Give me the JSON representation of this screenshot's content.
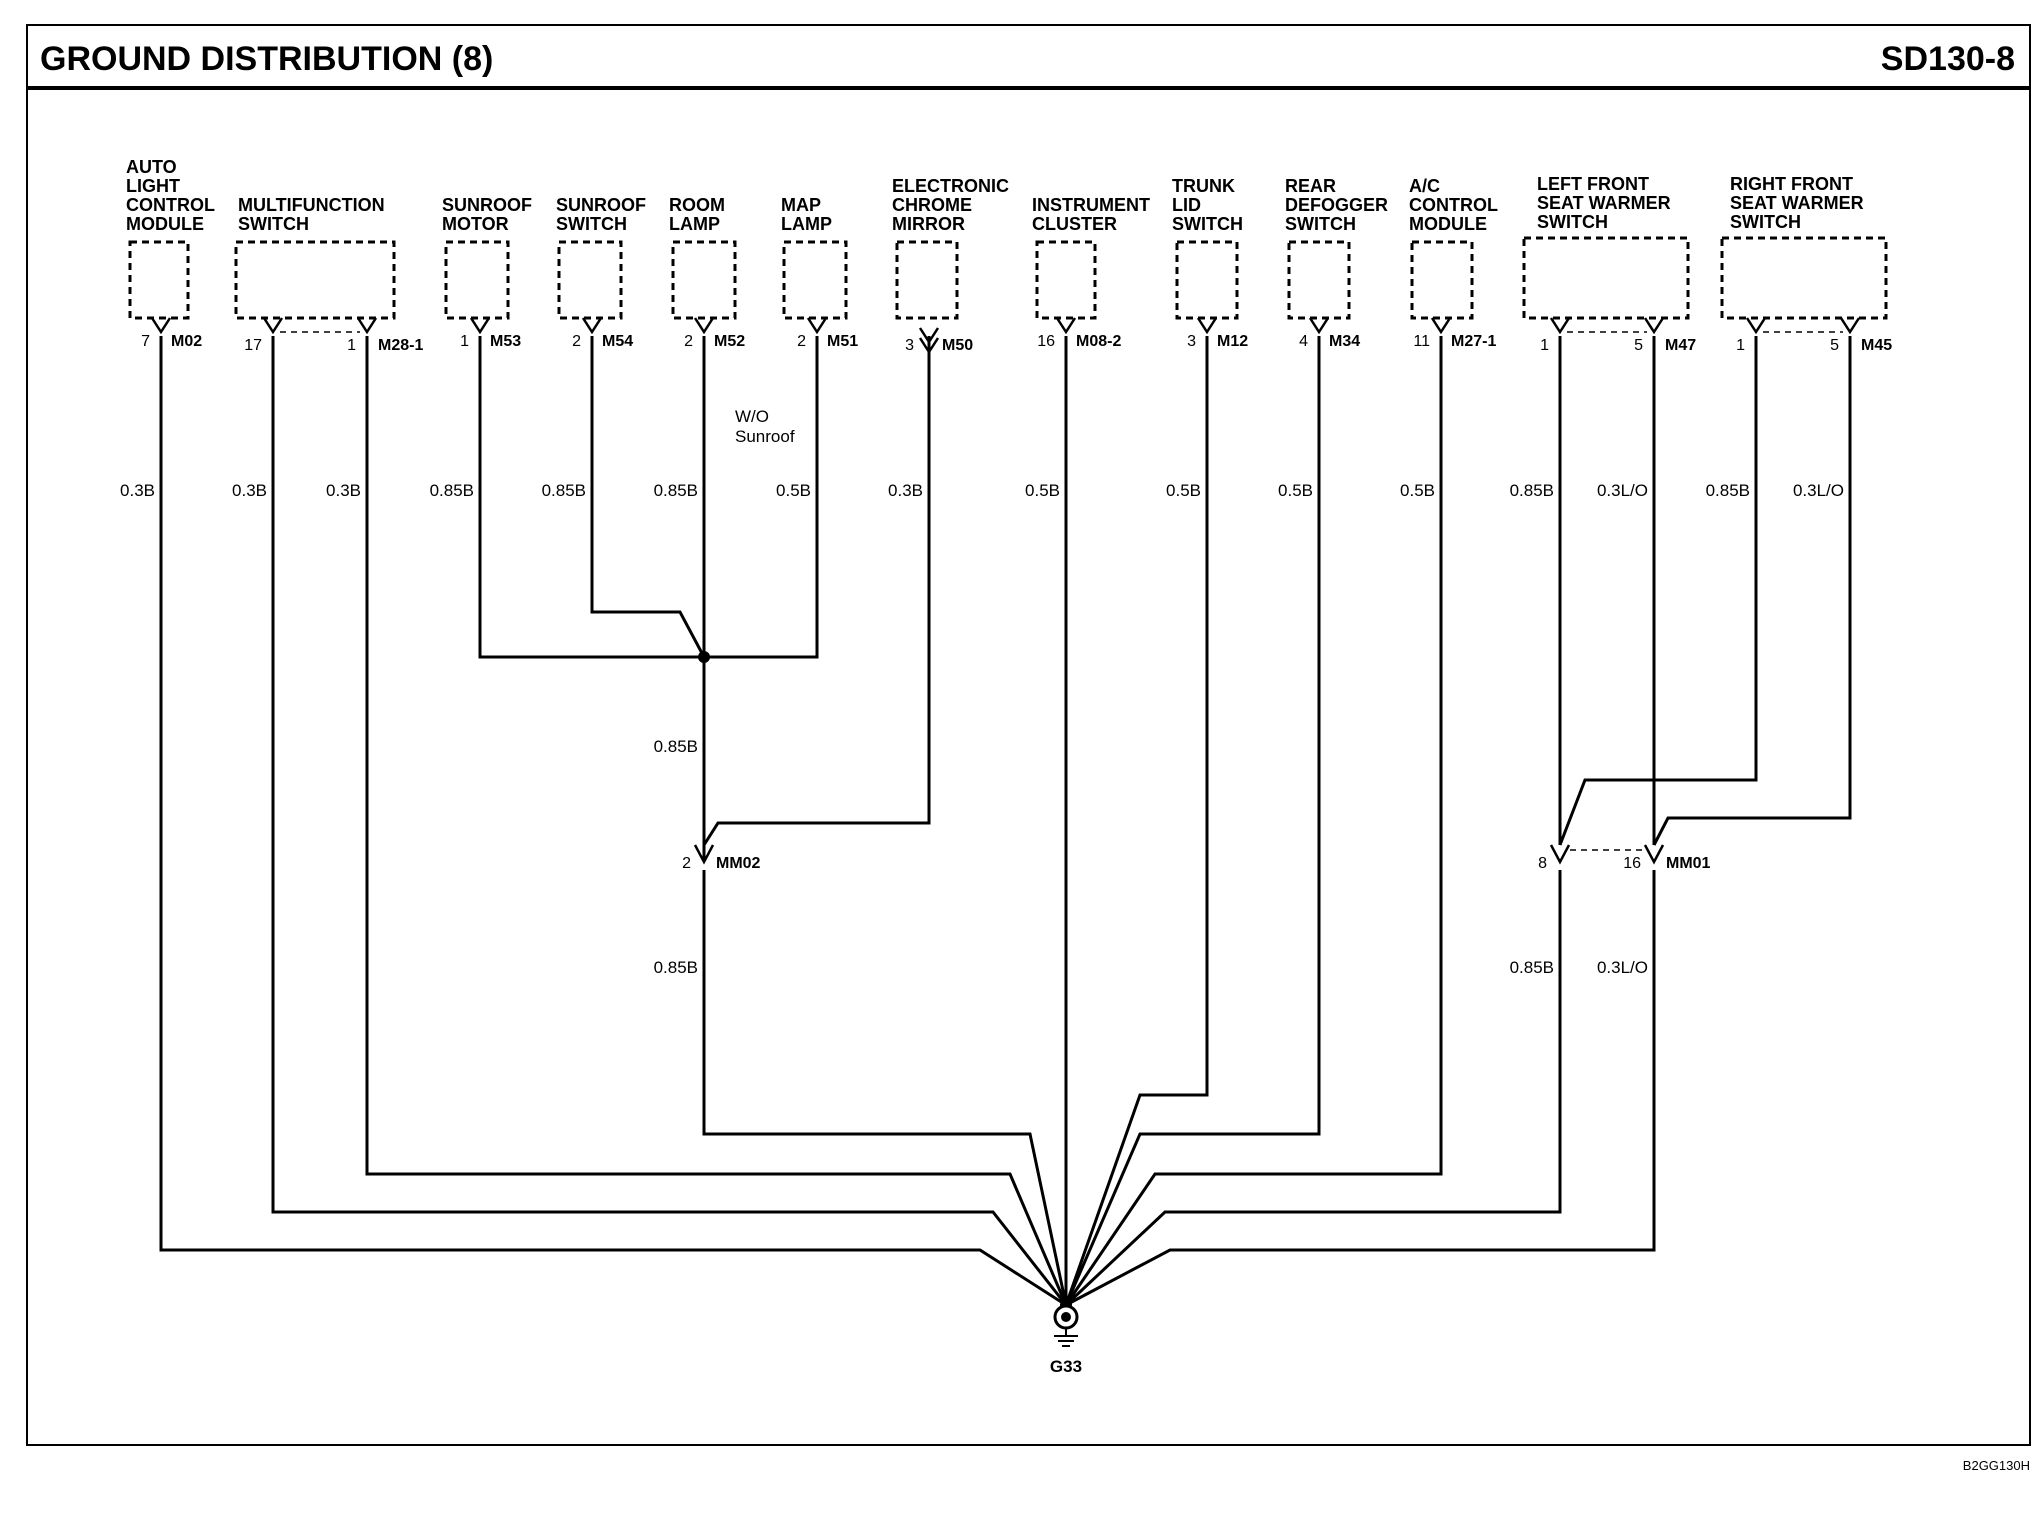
{
  "header": {
    "title": "GROUND DISTRIBUTION (8)",
    "page_code": "SD130-8"
  },
  "footer_code": "B2GG130H",
  "ground": {
    "label": "G33"
  },
  "components": [
    {
      "id": "auto-light",
      "lines": [
        "AUTO",
        "LIGHT",
        "CONTROL",
        "MODULE"
      ],
      "connector": "M02",
      "pins": [
        "7"
      ],
      "wires": [
        "0.3B"
      ]
    },
    {
      "id": "multifunction",
      "lines": [
        "MULTIFUNCTION",
        "SWITCH"
      ],
      "connector": "M28-1",
      "pins": [
        "17",
        "1"
      ],
      "wires": [
        "0.3B",
        "0.3B"
      ]
    },
    {
      "id": "sunroof-motor",
      "lines": [
        "SUNROOF",
        "MOTOR"
      ],
      "connector": "M53",
      "pins": [
        "1"
      ],
      "wires": [
        "0.85B"
      ]
    },
    {
      "id": "sunroof-switch",
      "lines": [
        "SUNROOF",
        "SWITCH"
      ],
      "connector": "M54",
      "pins": [
        "2"
      ],
      "wires": [
        "0.85B"
      ]
    },
    {
      "id": "room-lamp",
      "lines": [
        "ROOM",
        "LAMP"
      ],
      "connector": "M52",
      "pins": [
        "2"
      ],
      "wires": [
        "0.85B"
      ]
    },
    {
      "id": "map-lamp",
      "lines": [
        "MAP",
        "LAMP"
      ],
      "connector": "M51",
      "pins": [
        "2"
      ],
      "wires": [
        "0.5B"
      ]
    },
    {
      "id": "chrome-mirror",
      "lines": [
        "ELECTRONIC",
        "CHROME",
        "MIRROR"
      ],
      "connector": "M50",
      "pins": [
        "3"
      ],
      "wires": [
        "0.3B"
      ]
    },
    {
      "id": "instrument-cluster",
      "lines": [
        "INSTRUMENT",
        "CLUSTER"
      ],
      "connector": "M08-2",
      "pins": [
        "16"
      ],
      "wires": [
        "0.5B"
      ]
    },
    {
      "id": "trunk-lid",
      "lines": [
        "TRUNK",
        "LID",
        "SWITCH"
      ],
      "connector": "M12",
      "pins": [
        "3"
      ],
      "wires": [
        "0.5B"
      ]
    },
    {
      "id": "rear-defogger",
      "lines": [
        "REAR",
        "DEFOGGER",
        "SWITCH"
      ],
      "connector": "M34",
      "pins": [
        "4"
      ],
      "wires": [
        "0.5B"
      ]
    },
    {
      "id": "ac-control",
      "lines": [
        "A/C",
        "CONTROL",
        "MODULE"
      ],
      "connector": "M27-1",
      "pins": [
        "11"
      ],
      "wires": [
        "0.5B"
      ]
    },
    {
      "id": "left-seat-warmer",
      "lines": [
        "LEFT FRONT",
        "SEAT WARMER",
        "SWITCH"
      ],
      "connector": "M47",
      "pins": [
        "1",
        "5"
      ],
      "wires": [
        "0.85B",
        "0.3L/O"
      ]
    },
    {
      "id": "right-seat-warmer",
      "lines": [
        "RIGHT FRONT",
        "SEAT WARMER",
        "SWITCH"
      ],
      "connector": "M45",
      "pins": [
        "1",
        "5"
      ],
      "wires": [
        "0.85B",
        "0.3L/O"
      ]
    }
  ],
  "notes": {
    "wo_sunroof": [
      "W/O",
      "Sunroof"
    ]
  },
  "joints": [
    {
      "id": "MM02",
      "pins": [
        "2"
      ],
      "wire_out": "0.85B",
      "wire_in": "0.85B"
    },
    {
      "id": "MM01",
      "pins": [
        "8",
        "16"
      ],
      "wire_out": [
        "0.85B",
        "0.3L/O"
      ]
    }
  ]
}
